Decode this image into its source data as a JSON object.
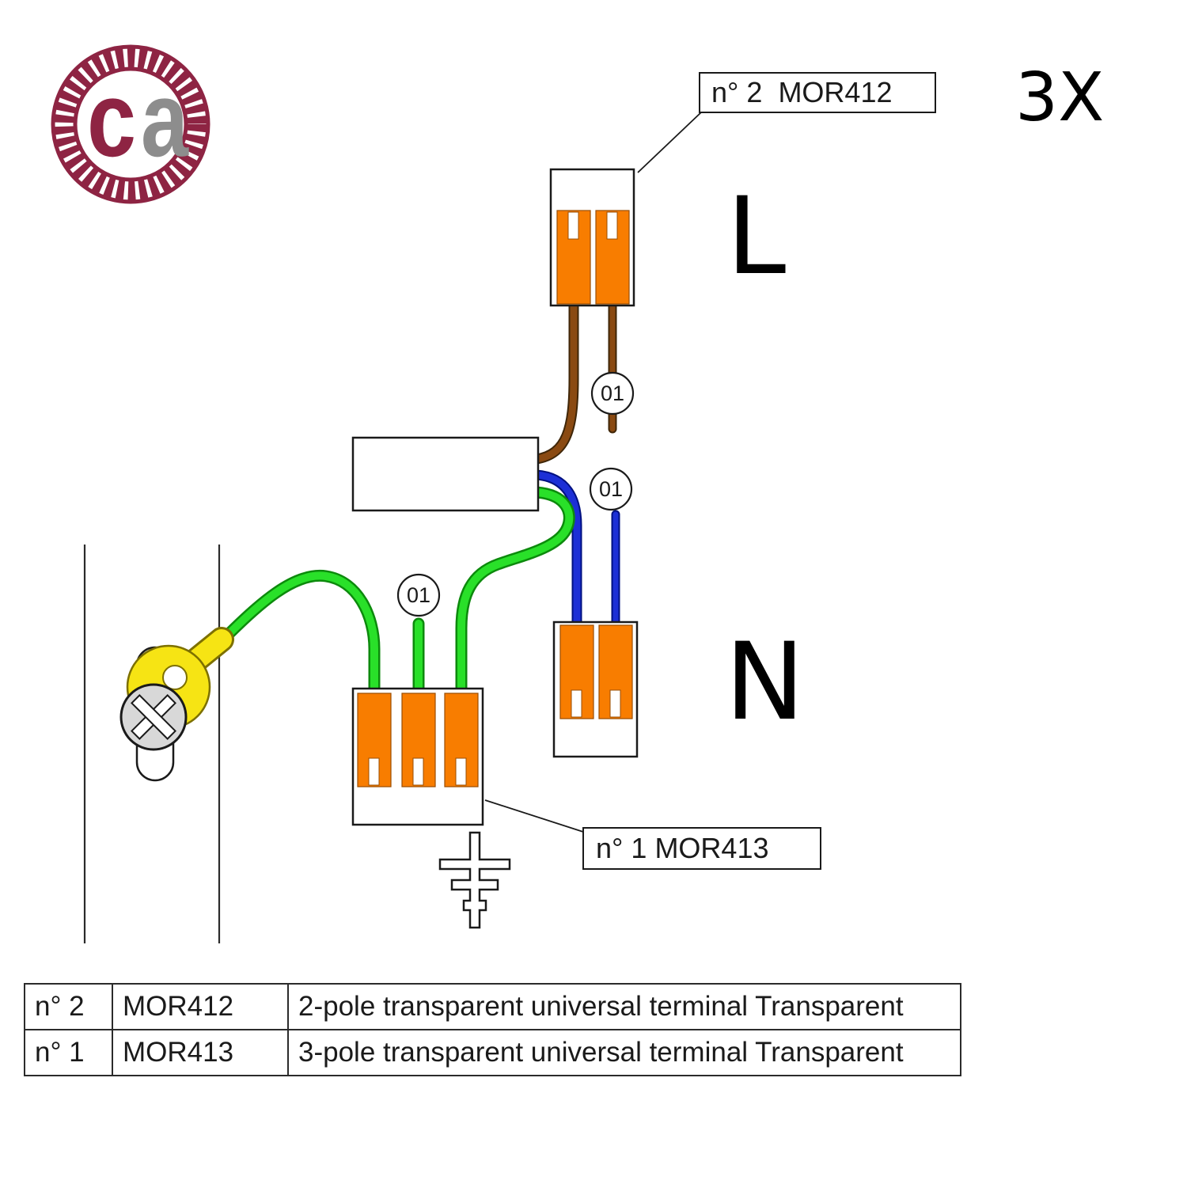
{
  "logo": {
    "letter_c": "c",
    "letter_a": "a"
  },
  "diagram": {
    "multiplier": "3X",
    "top_label": "n° 2  MOR412",
    "bottom_label": "n° 1 MOR413",
    "live_letter": "L",
    "neutral_letter": "N",
    "wire_tag": "01"
  },
  "table": {
    "rows": [
      {
        "qty": "n° 2",
        "code": "MOR412",
        "description": "2-pole transparent universal terminal Transparent"
      },
      {
        "qty": "n° 1",
        "code": "MOR413",
        "description": "3-pole transparent universal terminal Transparent"
      }
    ]
  },
  "colors": {
    "brand": "#8e2443",
    "logo-gray": "#8d8d8d",
    "terminal-orange": "#f87d00",
    "wire-brown": "#8a4a12",
    "wire-brown-dark": "#3f2608",
    "wire-blue": "#1c2fd6",
    "wire-blue-dark": "#001080",
    "wire-green": "#29e029",
    "wire-green-dark": "#0c8a0c",
    "lug-yellow": "#f6e414",
    "outline": "#1a1a1a"
  }
}
